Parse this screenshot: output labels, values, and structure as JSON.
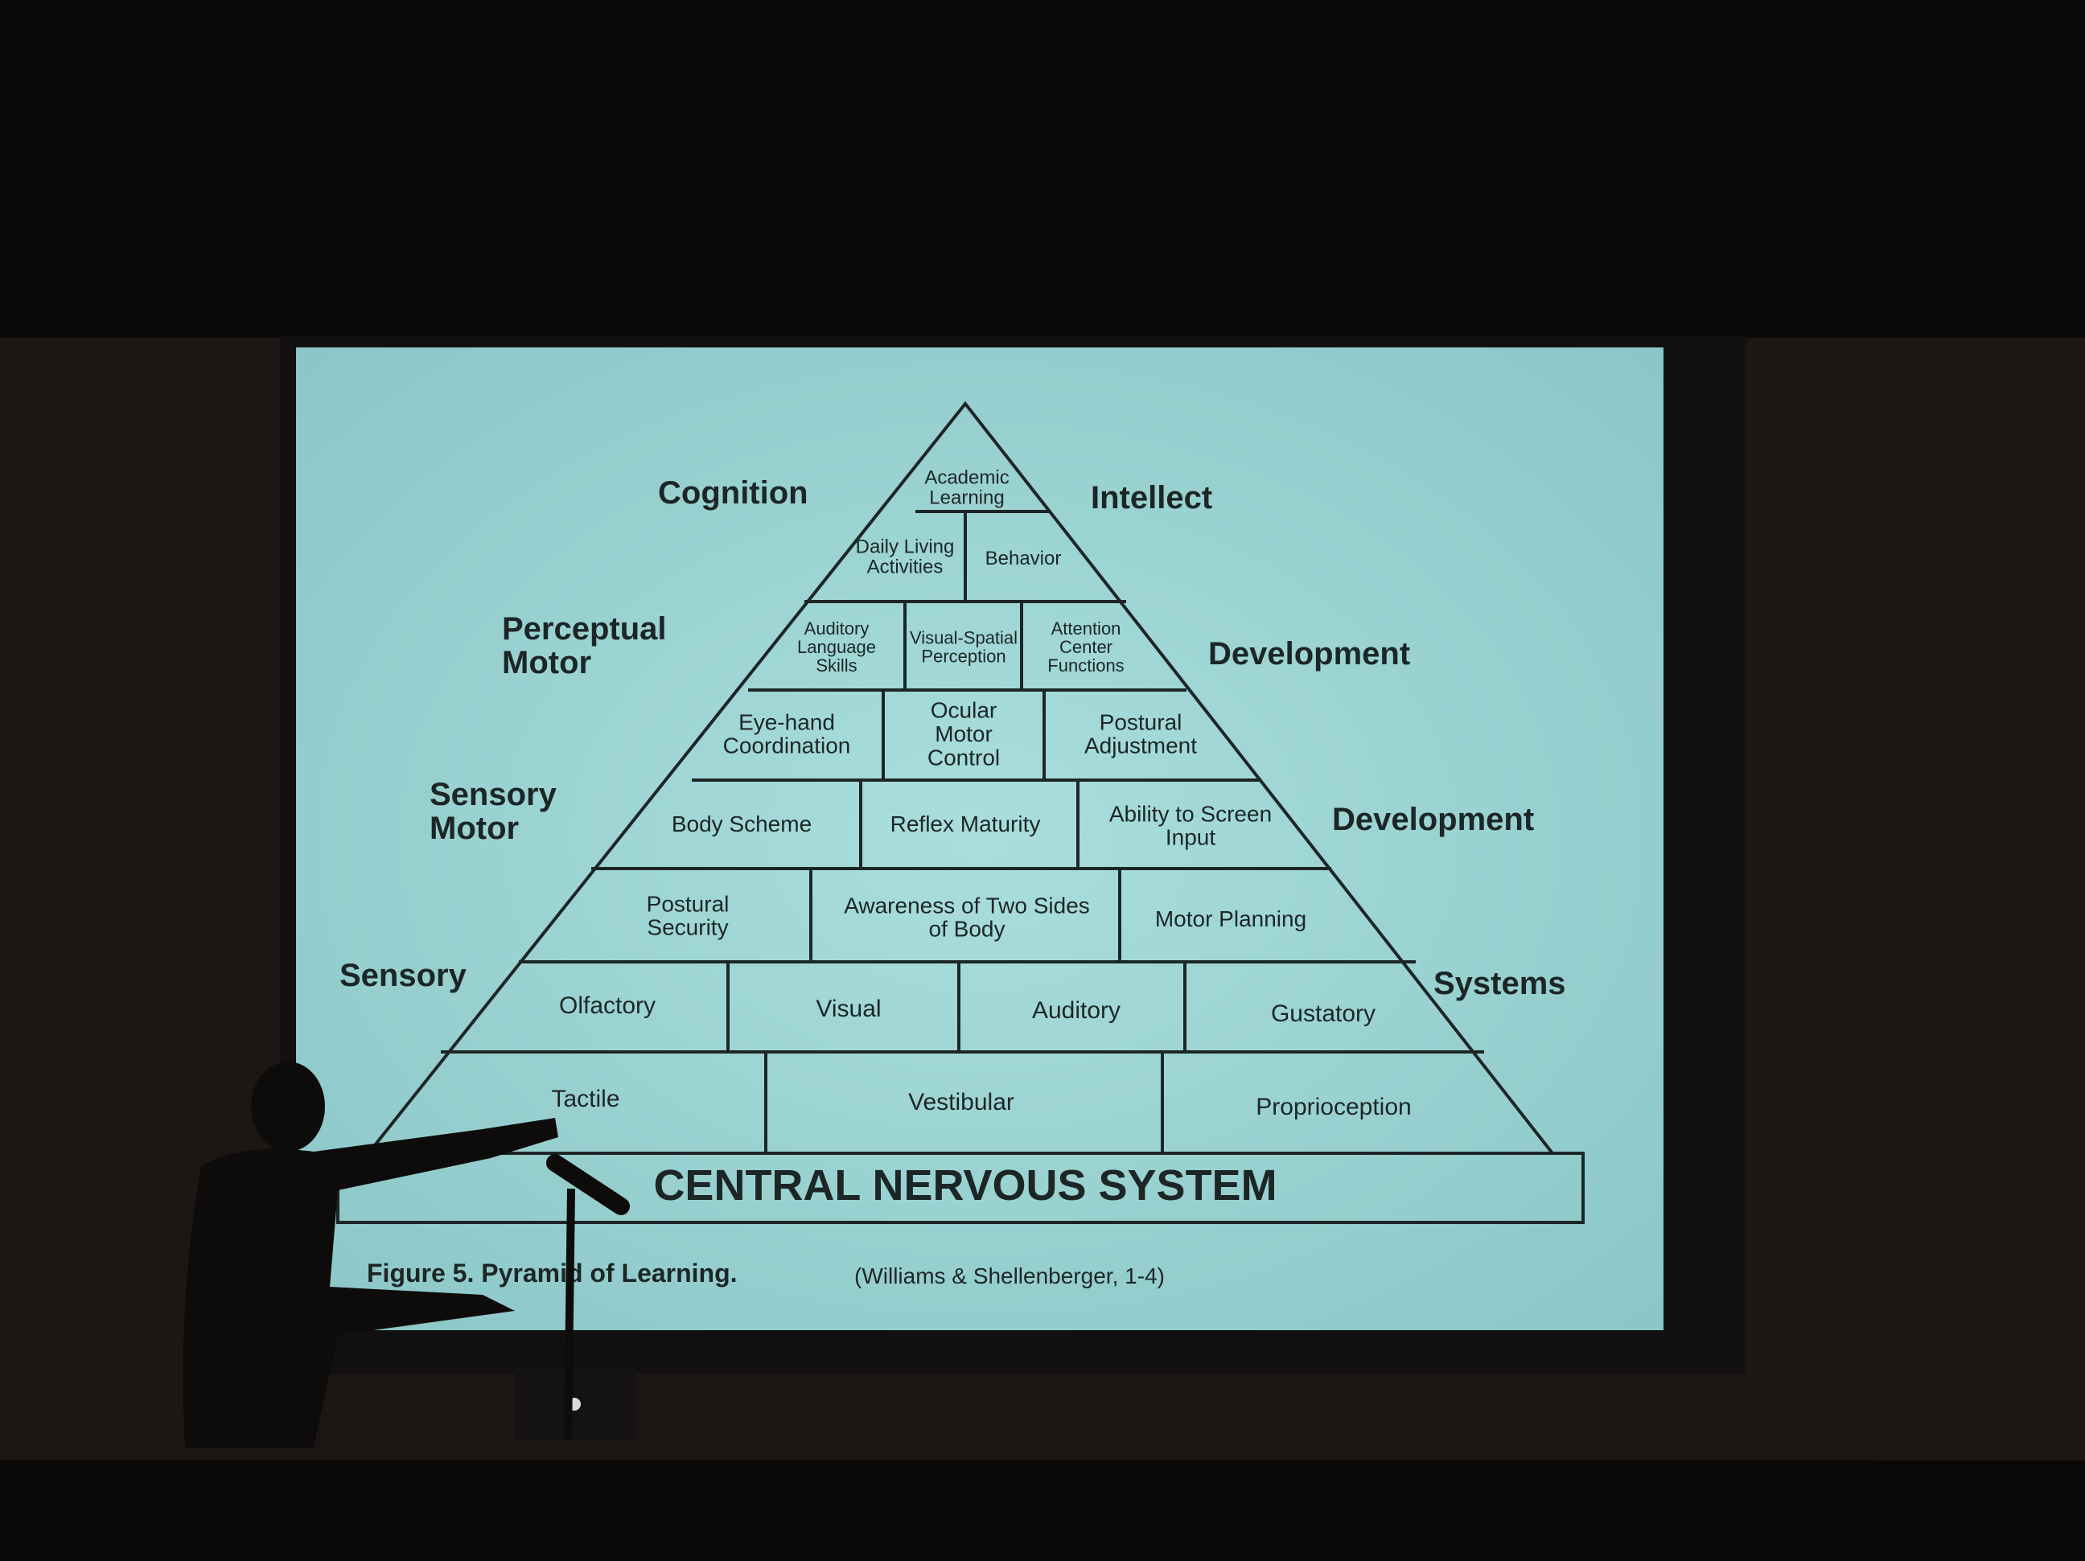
{
  "colors": {
    "room": "#0b0908",
    "wall": "#1c1714",
    "screen": "#9fd4d3",
    "screen_edge": "#7fb6b7",
    "ink": "#1d2626",
    "silhouette": "#0d0c0b"
  },
  "pyramid": {
    "tiers": [
      [
        "Academic Learning"
      ],
      [
        "Daily Living Activities",
        "Behavior"
      ],
      [
        "Auditory Language Skills",
        "Visual-Spatial Perception",
        "Attention Center Functions"
      ],
      [
        "Eye-hand Coordination",
        "Ocular Motor Control",
        "Postural Adjustment"
      ],
      [
        "Body Scheme",
        "Reflex Maturity",
        "Ability to Screen Input"
      ],
      [
        "Postural Security",
        "Awareness of Two Sides of Body",
        "Motor Planning"
      ],
      [
        "Olfactory",
        "Visual",
        "Auditory",
        "Gustatory"
      ],
      [
        "Tactile",
        "Vestibular",
        "Proprioception"
      ]
    ],
    "base": "CENTRAL NERVOUS SYSTEM"
  },
  "side_labels": {
    "cognition": "Cognition",
    "intellect": "Intellect",
    "perceptual_motor": "Perceptual Motor",
    "development_upper": "Development",
    "sensory_motor": "Sensory Motor",
    "development_lower": "Development",
    "sensory": "Sensory",
    "systems": "Systems"
  },
  "caption": {
    "figure": "Figure 5. Pyramid of Learning.",
    "citation": "(Williams & Shellenberger, 1-4)"
  }
}
